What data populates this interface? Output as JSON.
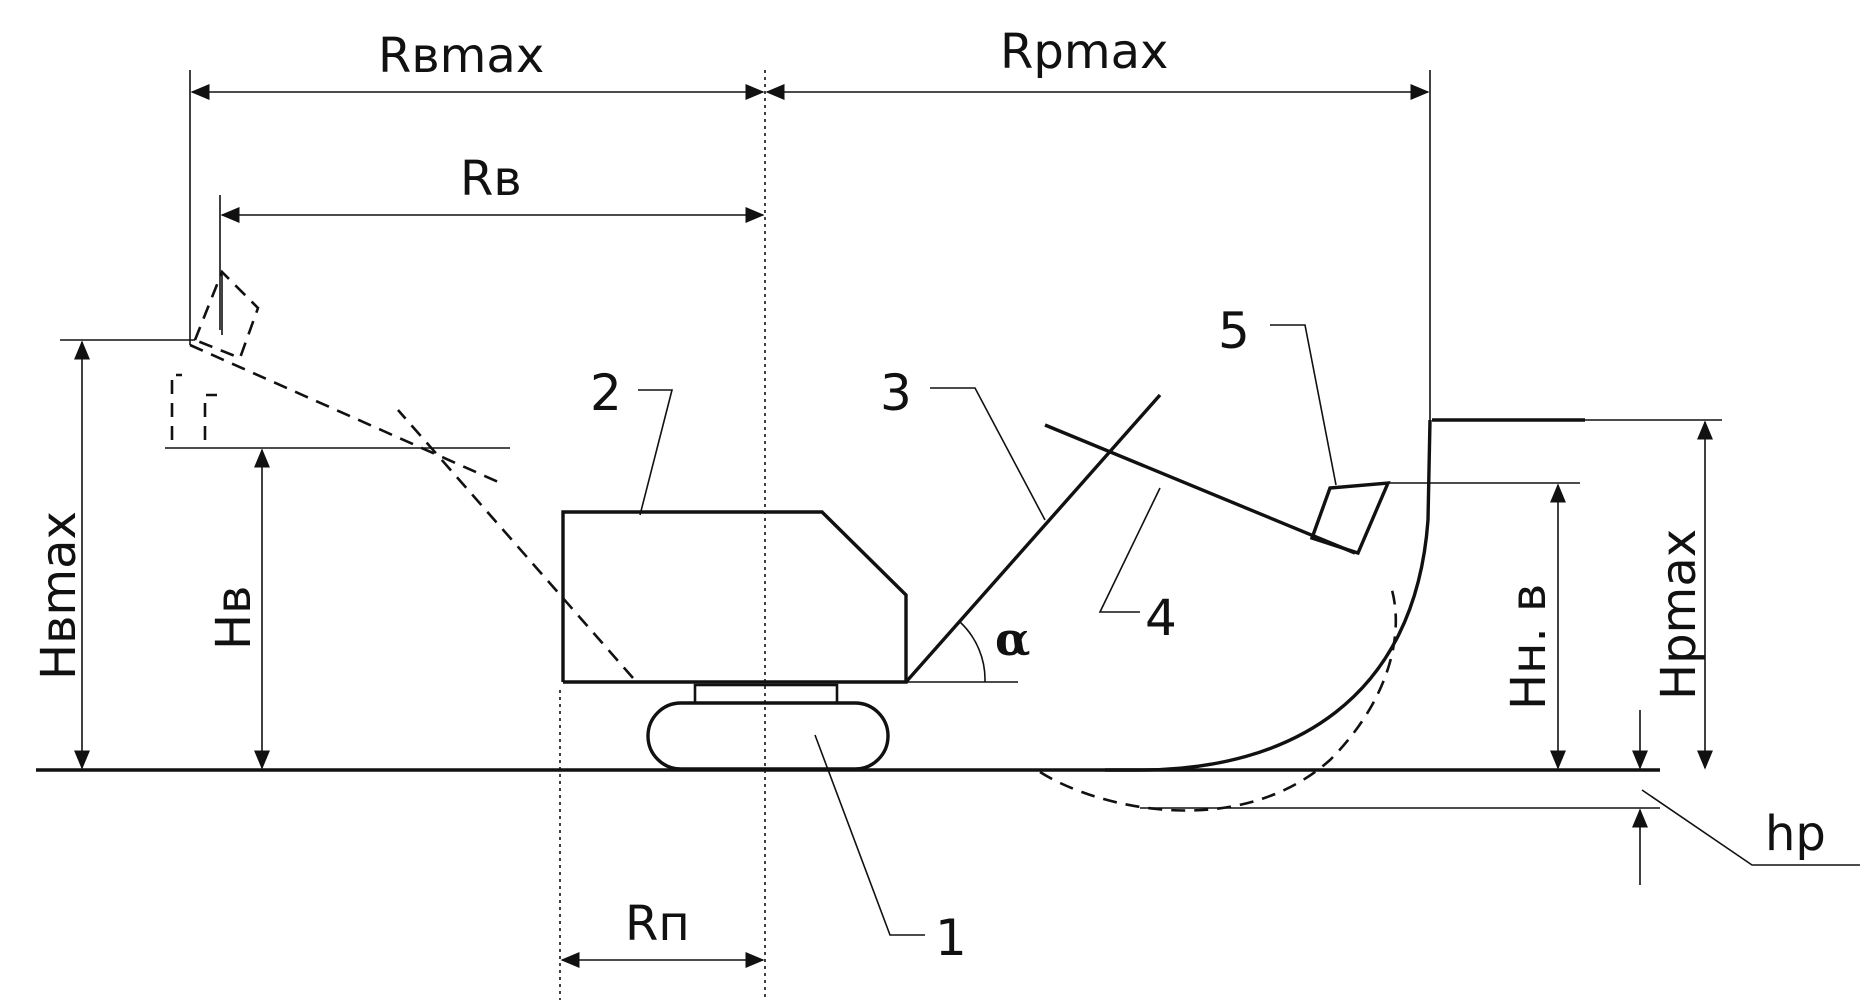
{
  "labels": {
    "r_v_max": "Rвmax",
    "r_p_max": "Rpmax",
    "r_v": "Rв",
    "r_p": "Rп",
    "h_v_max": "Hвmax",
    "h_v": "Hв",
    "h_p_max": "Hpmax",
    "h_n_v": "Hн. в",
    "h_p": "hp",
    "alpha": "α"
  },
  "callouts": [
    "1",
    "2",
    "3",
    "4",
    "5"
  ]
}
